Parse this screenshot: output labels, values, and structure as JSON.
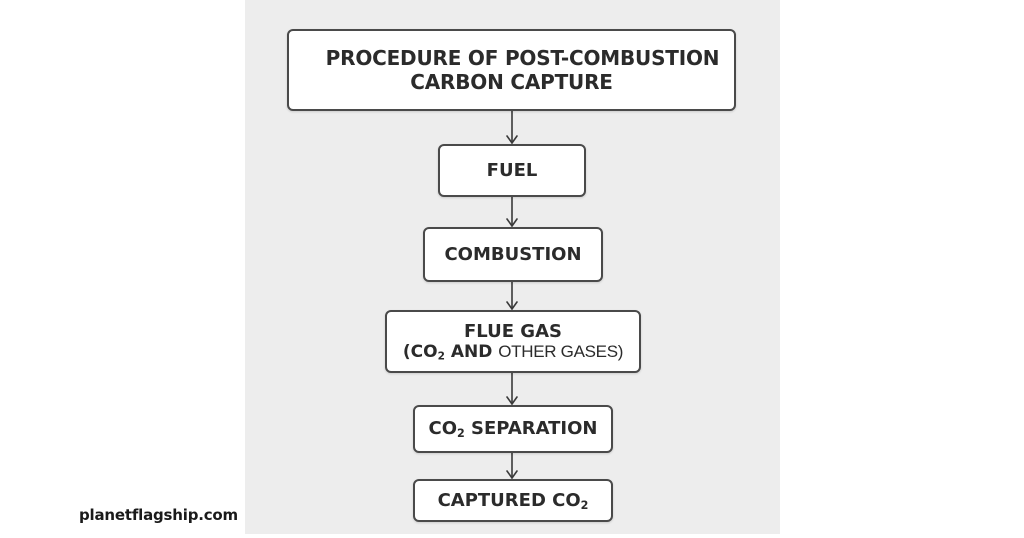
{
  "diagram": {
    "type": "flowchart",
    "direction": "top-to-bottom",
    "title": {
      "line1": "PROCEDURE OF POST-COMBUSTION",
      "line2": "CARBON CAPTURE"
    },
    "steps": [
      {
        "id": "fuel",
        "label": "FUEL"
      },
      {
        "id": "combustion",
        "label": "COMBUSTION"
      },
      {
        "id": "flue-gas",
        "label": "FLUE GAS",
        "sublabel_prefix": "(CO",
        "sublabel_sub": "2",
        "sublabel_bold": " AND ",
        "sublabel_light": "OTHER GASES)"
      },
      {
        "id": "co2-separation",
        "prefix": "CO",
        "sub": "2",
        "label": " SEPARATION"
      },
      {
        "id": "captured-co2",
        "label": "CAPTURED CO",
        "sub": "2"
      }
    ],
    "edges": [
      [
        "title",
        "fuel"
      ],
      [
        "fuel",
        "combustion"
      ],
      [
        "combustion",
        "flue-gas"
      ],
      [
        "flue-gas",
        "co2-separation"
      ],
      [
        "co2-separation",
        "captured-co2"
      ]
    ]
  },
  "watermark": {
    "text": "planetflagship.com"
  },
  "colors": {
    "panel_background": "#ededed",
    "page_background": "#ffffff",
    "box_border": "#4a4a4a",
    "text": "#2b2b2b",
    "arrow": "#3a3a3a"
  }
}
